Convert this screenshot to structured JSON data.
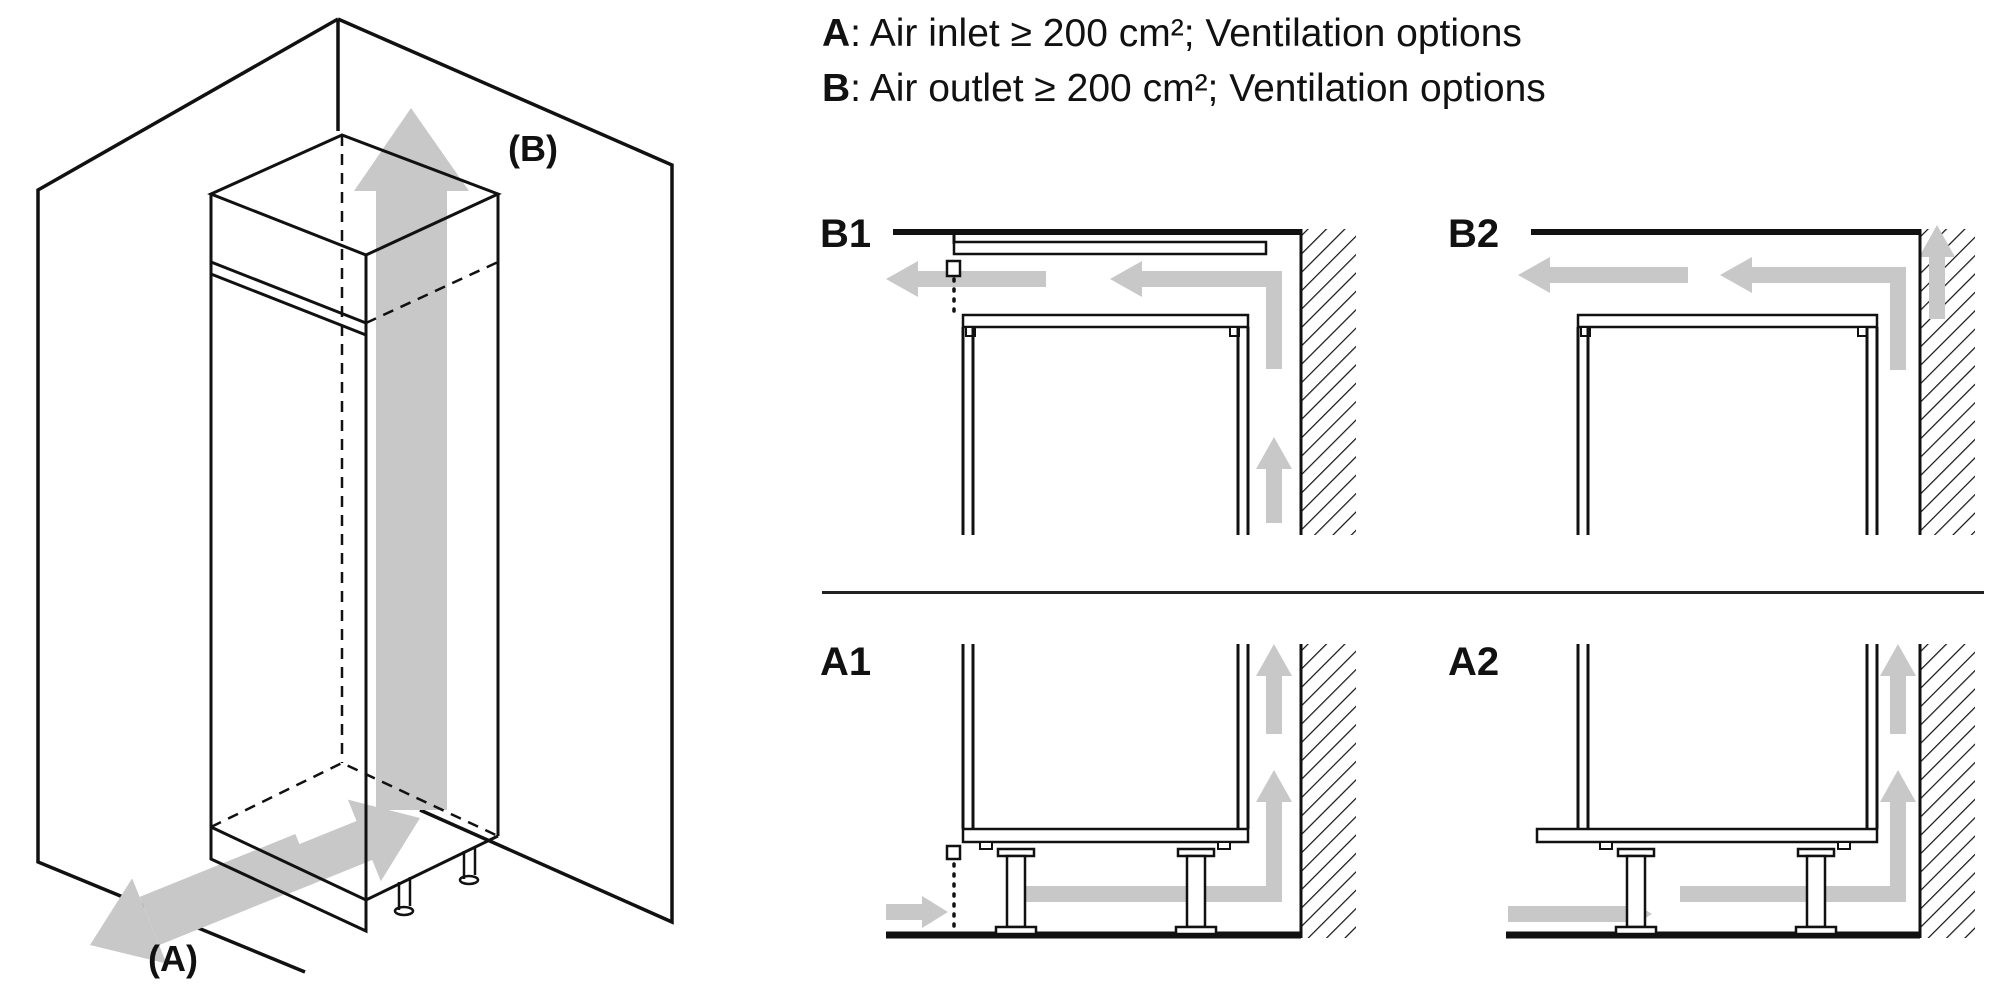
{
  "colors": {
    "arrow": "#c8c8c8",
    "ink": "#111111"
  },
  "legend": {
    "line_a": {
      "prefix": "A",
      "rest": ": Air inlet ≥ 200 cm²; Ventilation options"
    },
    "line_b": {
      "prefix": "B",
      "rest": ": Air outlet ≥ 200 cm²; Ventilation options"
    }
  },
  "iso": {
    "outlet_label": "(B)",
    "inlet_label": "(A)"
  },
  "panels": {
    "b1": {
      "label": "B1"
    },
    "b2": {
      "label": "B2"
    },
    "a1": {
      "label": "A1"
    },
    "a2": {
      "label": "A2"
    }
  }
}
